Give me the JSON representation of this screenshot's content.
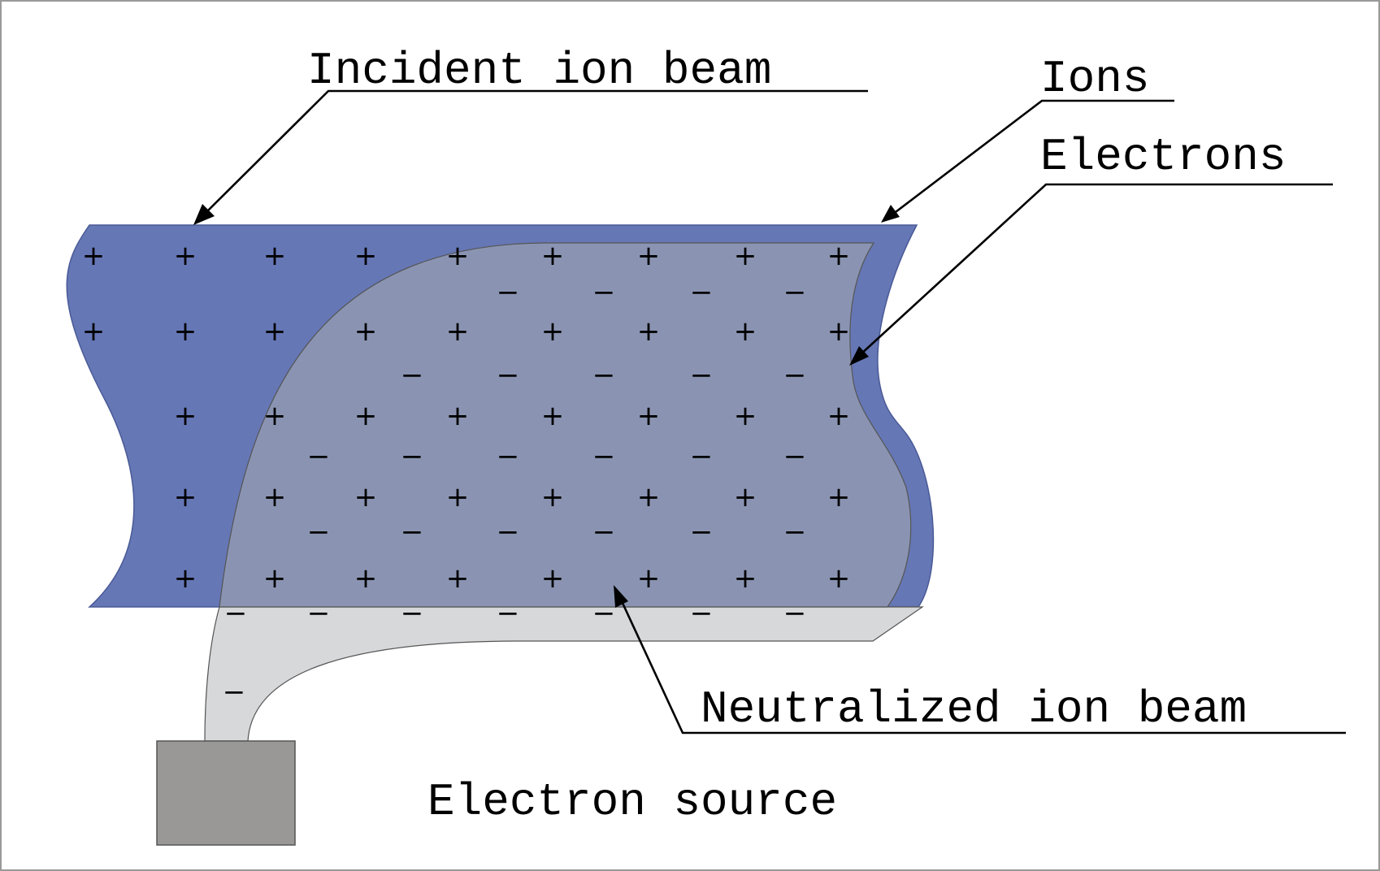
{
  "labels": {
    "incident_ion_beam": "Incident ion beam",
    "ions": "Ions",
    "electrons": "Electrons",
    "neutralized_ion_beam": "Neutralized ion beam",
    "electron_source": "Electron source"
  },
  "symbols": {
    "ion": "+",
    "electron": "−"
  },
  "colors": {
    "ion_beam": "#6677b6",
    "neutralized_region": "#8a94b2",
    "electron_cloud": "#d6d8da",
    "electron_source": "#999896",
    "frame": "#999999"
  }
}
